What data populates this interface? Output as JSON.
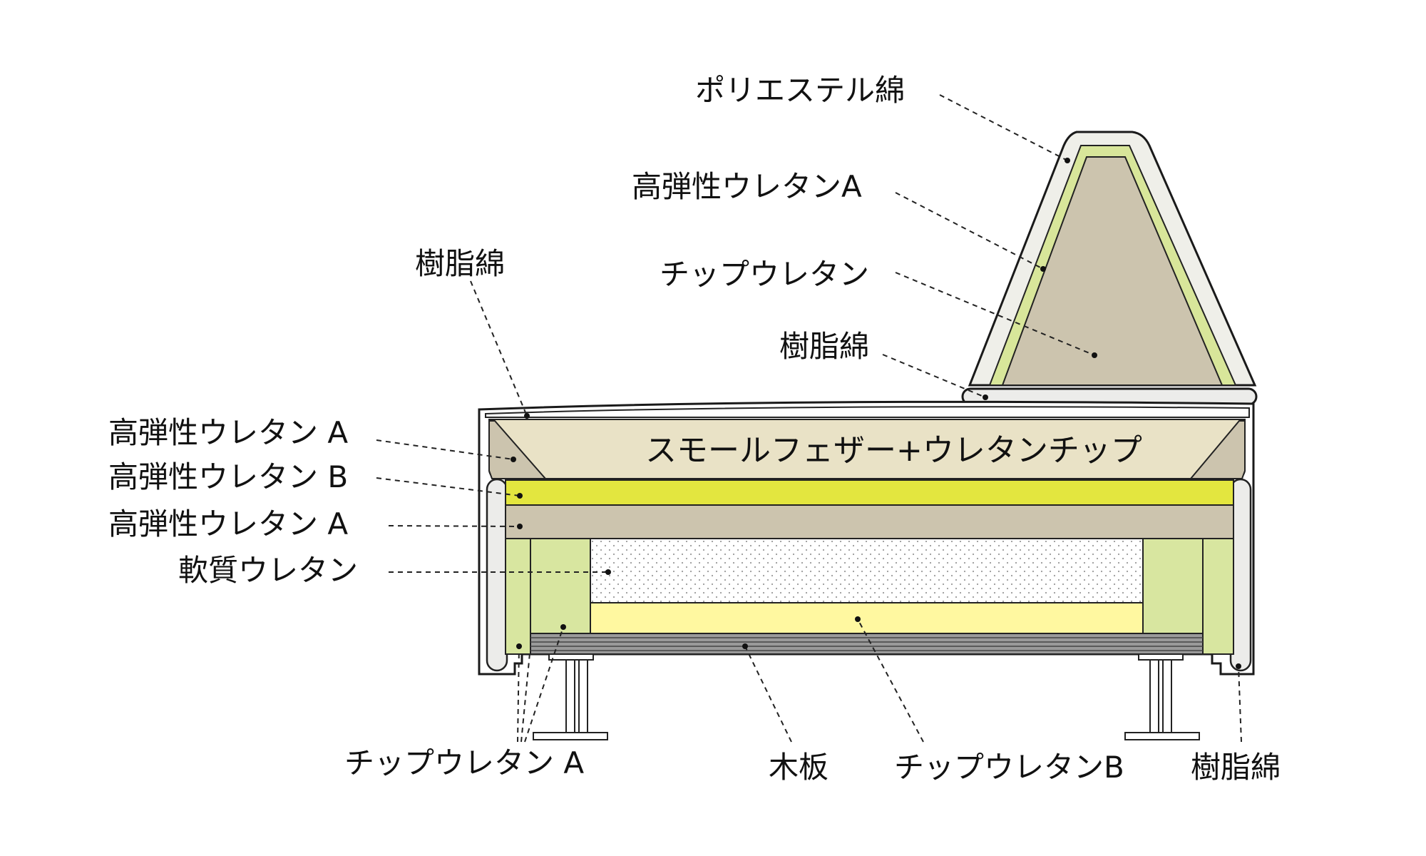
{
  "colors": {
    "polyester": "#efefe9",
    "hr_urethane_a": "#d8e69a",
    "chip_urethane": "#ccc4ae",
    "feather": "#e9e2c6",
    "hr_urethane_b": "#e3e63f",
    "chip_urethane_a": "#d8e6a0",
    "chip_urethane_b": "#fff8a0",
    "soft_urethane": "#ffffff",
    "wood": "#9a9a9a",
    "resin_cotton": "#ececea"
  },
  "labels": {
    "polyester_cotton": "ポリエステル綿",
    "back_hr_urethane_a": "高弾性ウレタンA",
    "back_chip_urethane": "チップウレタン",
    "back_resin_cotton": "樹脂綿",
    "top_resin_cotton": "樹脂綿",
    "seat_hr_urethane_a_top": "高弾性ウレタン A",
    "seat_hr_urethane_b": "高弾性ウレタン B",
    "seat_hr_urethane_a_mid": "高弾性ウレタン A",
    "soft_urethane": "軟質ウレタン",
    "feather_chip": "スモールフェザー+ウレタンチップ",
    "chip_urethane_a": "チップウレタン A",
    "wood_board": "木板",
    "chip_urethane_b": "チップウレタンB",
    "side_resin_cotton": "樹脂綿"
  }
}
